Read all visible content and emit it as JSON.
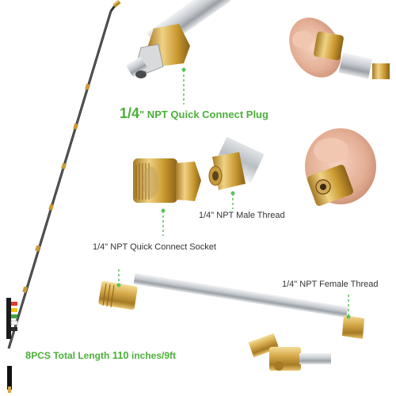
{
  "labels": {
    "plug_size": "1/4",
    "plug_text": "\" NPT Quick Connect Plug",
    "male_thread": "1/4\" NPT Male Thread",
    "socket": "1/4\" NPT Quick Connect Socket",
    "female_thread": "1/4\" NPT Female Thread",
    "total_count": "8",
    "total_text_1": "PCS Total Length ",
    "total_length": "110",
    "total_text_2": " inches/9ft"
  },
  "colors": {
    "accent_green": "#4caf3a",
    "brass": "#d4a849",
    "steel": "#c9ccd0",
    "skin": "#e8b8a0"
  },
  "icons": {
    "wand": "extension-wand",
    "plug": "quick-connect-plug",
    "socket": "quick-connect-socket",
    "nozzles": "spray-nozzle-tips"
  }
}
